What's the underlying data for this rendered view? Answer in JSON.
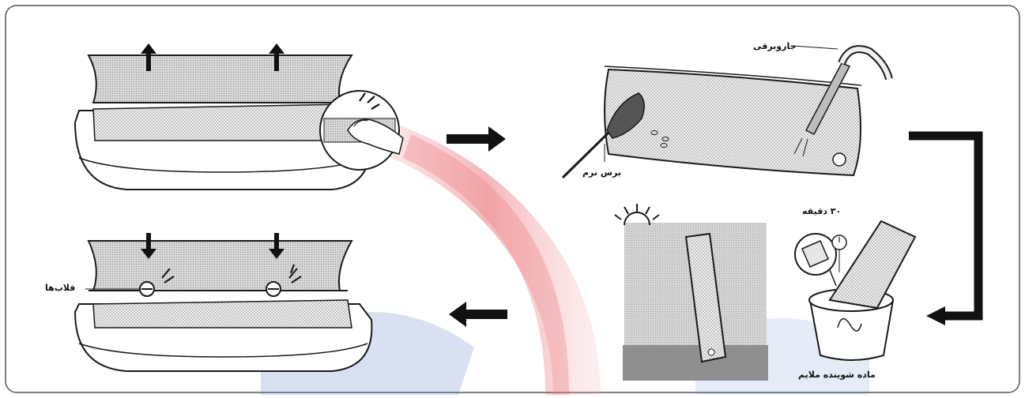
{
  "steps": {
    "step1": {
      "name": "lift-front-panel",
      "description_visible": ""
    },
    "step2": {
      "vacuum_label": "جاروبرقی",
      "brush_label": "برس نرم"
    },
    "step3": {
      "time_label": "۳۰ دقیقه",
      "detergent_label": "ماده شوینده ملایم"
    },
    "step4": {
      "name": "dry-filter-in-shade"
    },
    "step5": {
      "hooks_label": "قلاب‌ها"
    }
  },
  "colors": {
    "line": "#1a1a1a",
    "panel_fill": "#e6e6e6",
    "mesh_fill": "#d9d9d9",
    "watermark_red": "#e8646b",
    "watermark_blue": "#5a7fc8"
  },
  "icons": [
    "arrow-up-icon",
    "arrow-down-icon",
    "arrow-right-icon",
    "arrow-left-icon",
    "sun-icon",
    "clock-icon",
    "hand-icon"
  ]
}
